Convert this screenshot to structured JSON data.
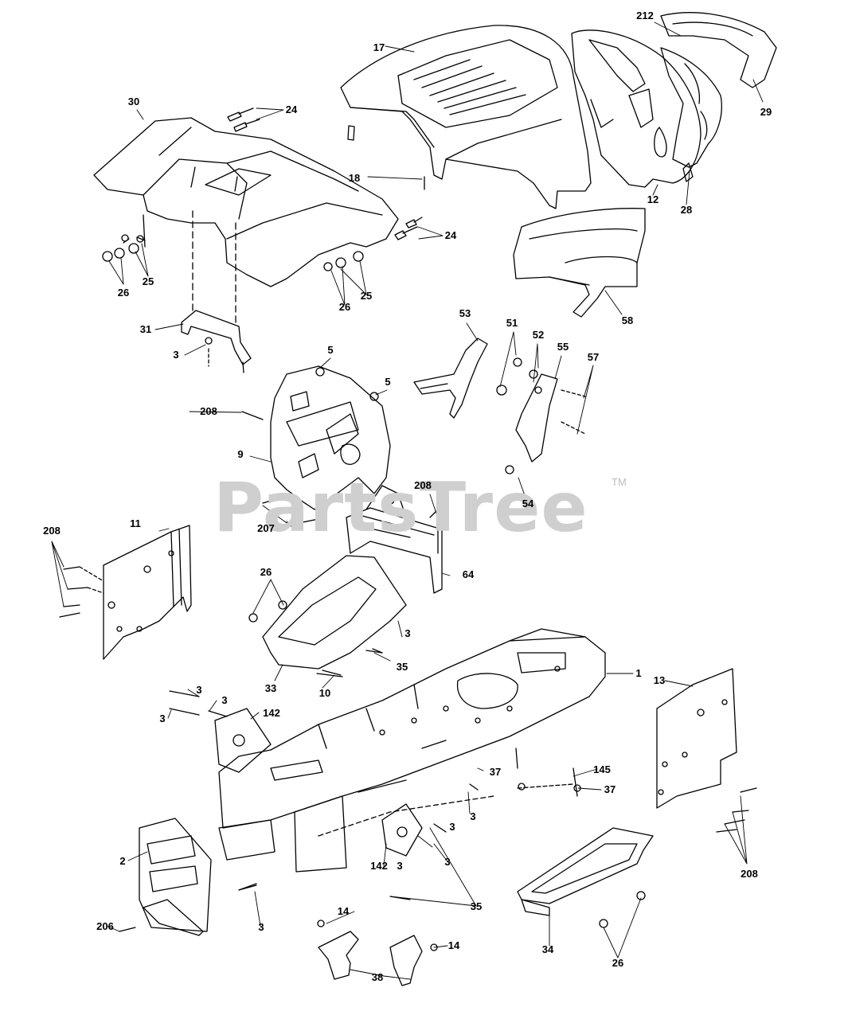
{
  "watermark": {
    "text": "PartsTree",
    "trademark": "TM"
  },
  "labels": {
    "l17": "17",
    "l212": "212",
    "l29": "29",
    "l30": "30",
    "l24a": "24",
    "l18": "18",
    "l12": "12",
    "l28": "28",
    "l24b": "24",
    "l26a": "26",
    "l25a": "25",
    "l26b": "26",
    "l25b": "25",
    "l58": "58",
    "l31": "31",
    "l3a": "3",
    "l53": "53",
    "l51": "51",
    "l52": "52",
    "l55": "55",
    "l57": "57",
    "l5a": "5",
    "l5b": "5",
    "l208a": "208",
    "l9": "9",
    "l54": "54",
    "l208b": "208",
    "l207": "207",
    "l11": "11",
    "l208c": "208",
    "l64": "64",
    "l26c": "26",
    "l3b": "3",
    "l35a": "35",
    "l33": "33",
    "l10": "10",
    "l1": "1",
    "l13": "13",
    "l3c": "3",
    "l3d": "3",
    "l3e": "3",
    "l142a": "142",
    "l145": "145",
    "l37a": "37",
    "l37b": "37",
    "l3f": "3",
    "l208d": "208",
    "l2": "2",
    "l3g": "3",
    "l142b": "142",
    "l3h": "3",
    "l3i": "3",
    "l35b": "35",
    "l206": "206",
    "l3j": "3",
    "l14a": "14",
    "l14b": "14",
    "l34": "34",
    "l38": "38",
    "l26d": "26"
  },
  "colors": {
    "line": "#000000",
    "watermark": "#cfcfcf",
    "background": "#ffffff"
  }
}
